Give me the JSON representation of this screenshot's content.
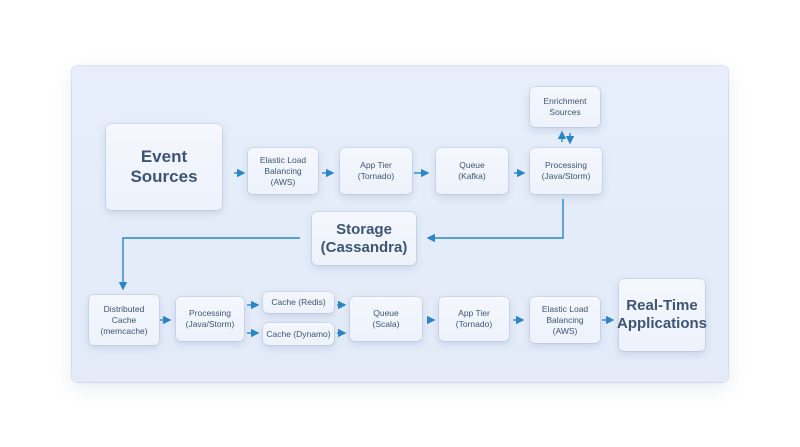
{
  "nodes": {
    "event_sources": "Event\nSources",
    "elb_top": "Elastic Load\nBalancing\n(AWS)",
    "app_tier_top": "App Tier\n(Tornado)",
    "queue_kafka": "Queue\n(Kafka)",
    "processing_top": "Processing\n(Java/Storm)",
    "enrichment": "Enrichment\nSources",
    "storage": "Storage\n(Cassandra)",
    "distributed_cache": "Distributed\nCache\n(memcache)",
    "processing_bottom": "Processing\n(Java/Storm)",
    "cache_redis": "Cache (Redis)",
    "cache_dynamo": "Cache (Dynamo)",
    "queue_scala": "Queue\n(Scala)",
    "app_tier_bottom": "App Tier\n(Tornado)",
    "elb_bottom": "Elastic Load\nBalancing\n(AWS)",
    "realtime_apps": "Real-Time\nApplications"
  },
  "colors": {
    "arrow": "#2a86c7",
    "text": "#3d5573",
    "panel": "#e4ecfa"
  }
}
